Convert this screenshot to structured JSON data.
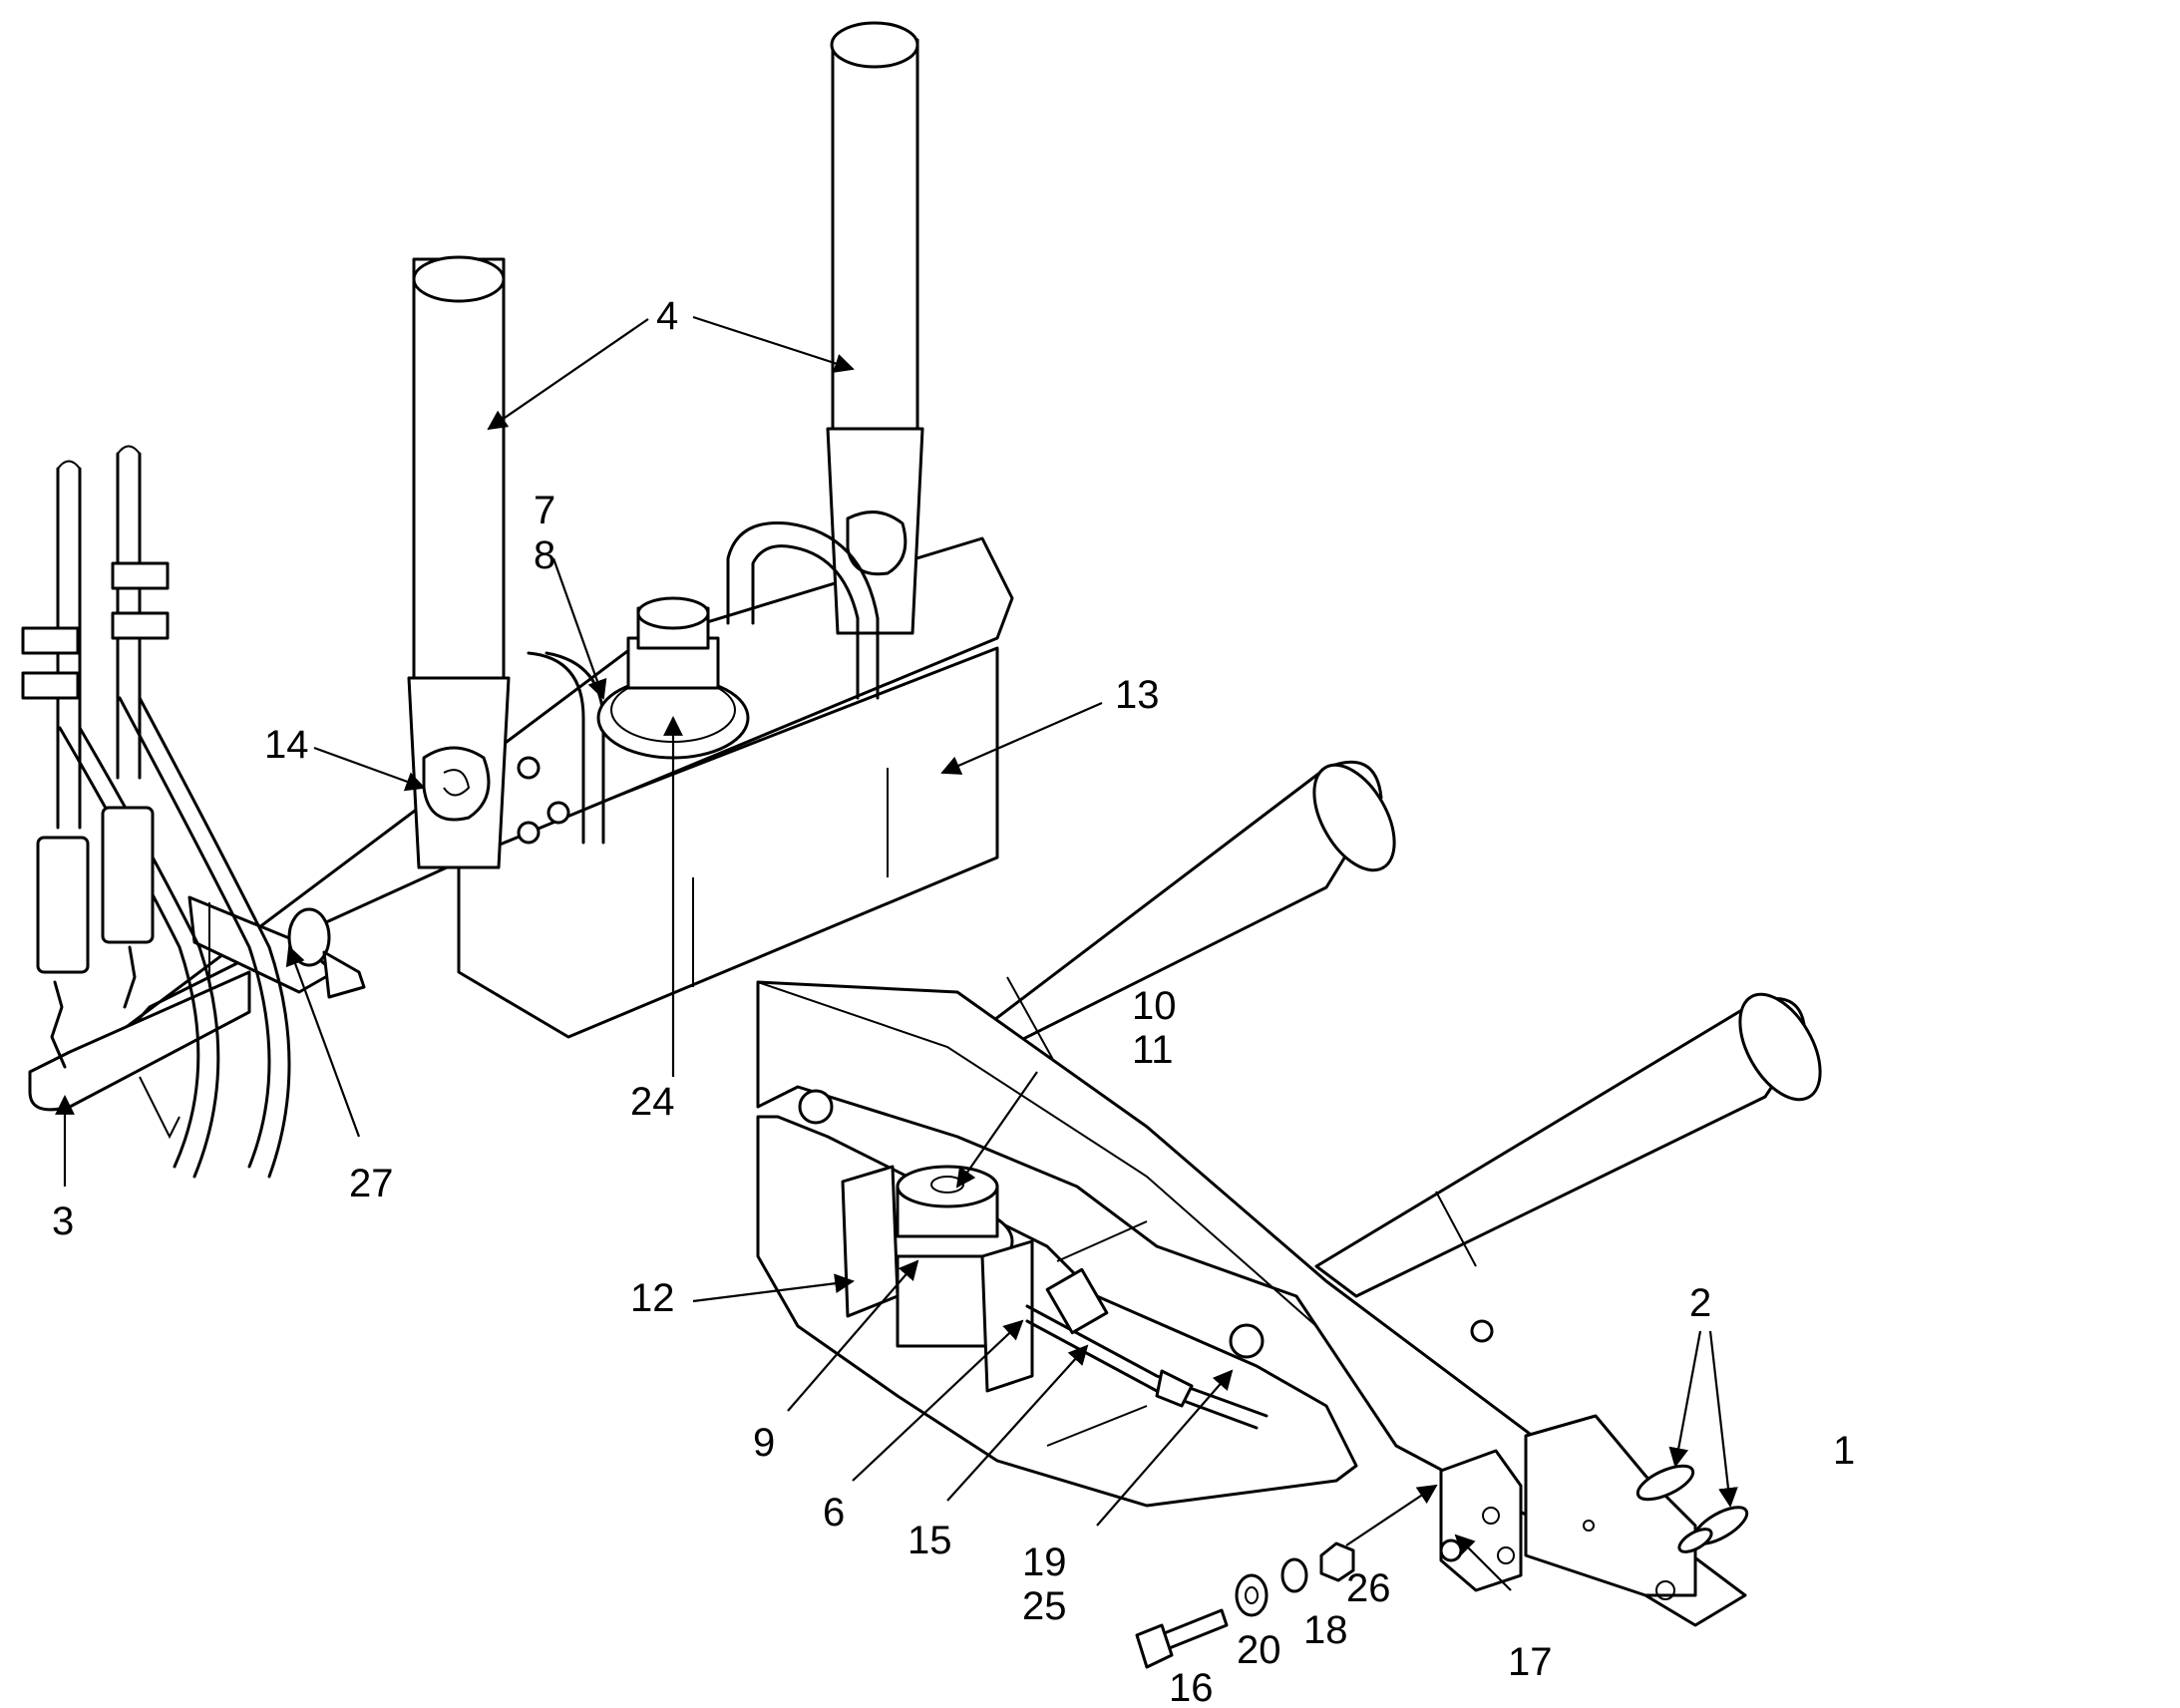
{
  "diagram": {
    "callouts": [
      {
        "id": "c1",
        "text": "1"
      },
      {
        "id": "c2",
        "text": "2"
      },
      {
        "id": "c3",
        "text": "3"
      },
      {
        "id": "c4",
        "text": "4"
      },
      {
        "id": "c6",
        "text": "6"
      },
      {
        "id": "c7",
        "text": "7"
      },
      {
        "id": "c8",
        "text": "8"
      },
      {
        "id": "c9",
        "text": "9"
      },
      {
        "id": "c10",
        "text": "10"
      },
      {
        "id": "c11",
        "text": "11"
      },
      {
        "id": "c12",
        "text": "12"
      },
      {
        "id": "c13",
        "text": "13"
      },
      {
        "id": "c14",
        "text": "14"
      },
      {
        "id": "c15",
        "text": "15"
      },
      {
        "id": "c16",
        "text": "16"
      },
      {
        "id": "c17",
        "text": "17"
      },
      {
        "id": "c18",
        "text": "18"
      },
      {
        "id": "c19",
        "text": "19"
      },
      {
        "id": "c20",
        "text": "20"
      },
      {
        "id": "c24",
        "text": "24"
      },
      {
        "id": "c25",
        "text": "25"
      },
      {
        "id": "c26",
        "text": "26"
      },
      {
        "id": "c27",
        "text": "27"
      }
    ]
  }
}
